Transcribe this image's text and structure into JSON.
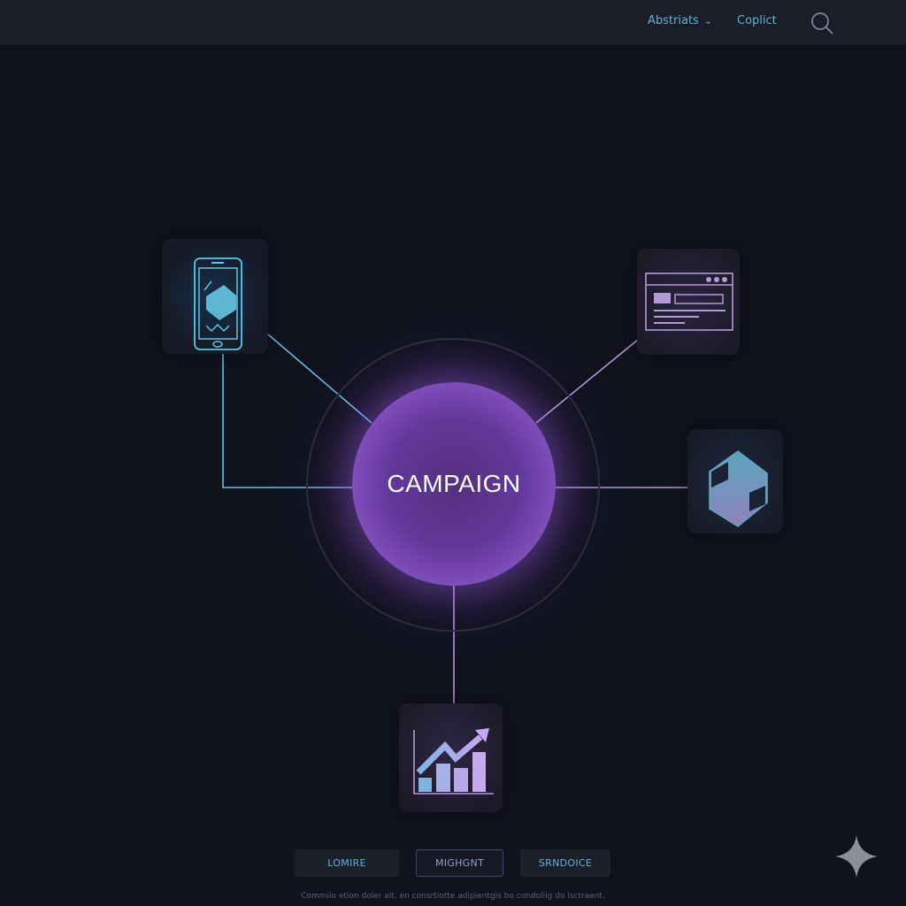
{
  "header": {
    "nav": [
      {
        "label": "Abstriats",
        "has_dropdown": true
      },
      {
        "label": "Coplict",
        "has_dropdown": false
      }
    ],
    "search_icon": "search-icon",
    "chevron_glyph": "⌄"
  },
  "diagram": {
    "hub": {
      "label": "CAMPAIGN",
      "color": "#8a55c8"
    },
    "nodes": [
      {
        "id": "mobile",
        "icon": "smartphone-icon",
        "connector_color": "#5fc4e6"
      },
      {
        "id": "web",
        "icon": "browser-window-icon",
        "connector_color": "#b39ad8"
      },
      {
        "id": "product",
        "icon": "cube-icon",
        "connector_color": "#b39ad8"
      },
      {
        "id": "analytics",
        "icon": "growth-chart-icon",
        "connector_color": "#b39ad8"
      }
    ]
  },
  "footer": {
    "buttons": [
      {
        "label": "LOMIRE"
      },
      {
        "label": "MIGHGNT"
      },
      {
        "label": "SRNDOICE"
      }
    ],
    "note": "Commiio etion doler alt. en consrtiotte adipientgis bo condoliig do lsctraent.",
    "sparkle_icon": "sparkle-icon"
  },
  "colors": {
    "background": "#10131d",
    "accent_cyan": "#5fb0d6",
    "accent_purple": "#8a55c8"
  }
}
